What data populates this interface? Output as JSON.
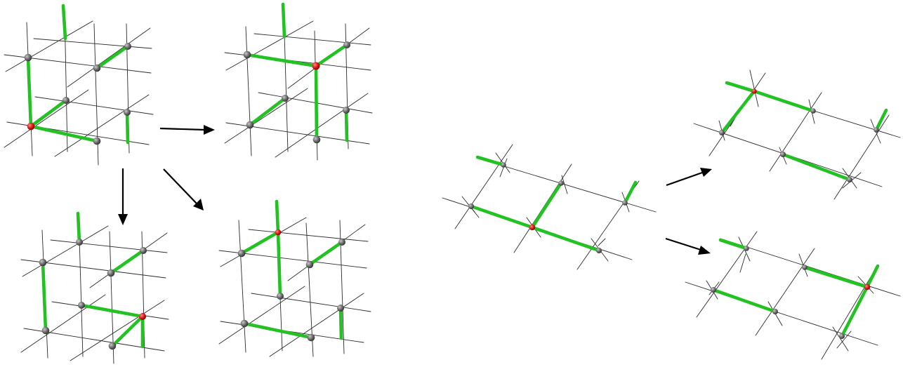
{
  "figure": {
    "description_free": true,
    "colors": {
      "background": "#ffffff",
      "grid_line": "#2b2b2b",
      "bond": "#23c223",
      "node": "#6b6b6b",
      "highlighted_node": "#e01818",
      "arrow": "#000000"
    },
    "panels": [
      {
        "id": "cube-initial",
        "kind": "3d-lattice"
      },
      {
        "id": "cube-move-right",
        "kind": "3d-lattice"
      },
      {
        "id": "cube-move-down",
        "kind": "3d-lattice"
      },
      {
        "id": "cube-move-diagonal",
        "kind": "3d-lattice"
      },
      {
        "id": "plane-initial",
        "kind": "2d-lattice"
      },
      {
        "id": "plane-move-upper",
        "kind": "2d-lattice"
      },
      {
        "id": "plane-move-lower",
        "kind": "2d-lattice"
      }
    ],
    "arrows": [
      "cube-to-right",
      "cube-to-down",
      "cube-to-diagonal",
      "plane-to-upper",
      "plane-to-lower"
    ]
  }
}
